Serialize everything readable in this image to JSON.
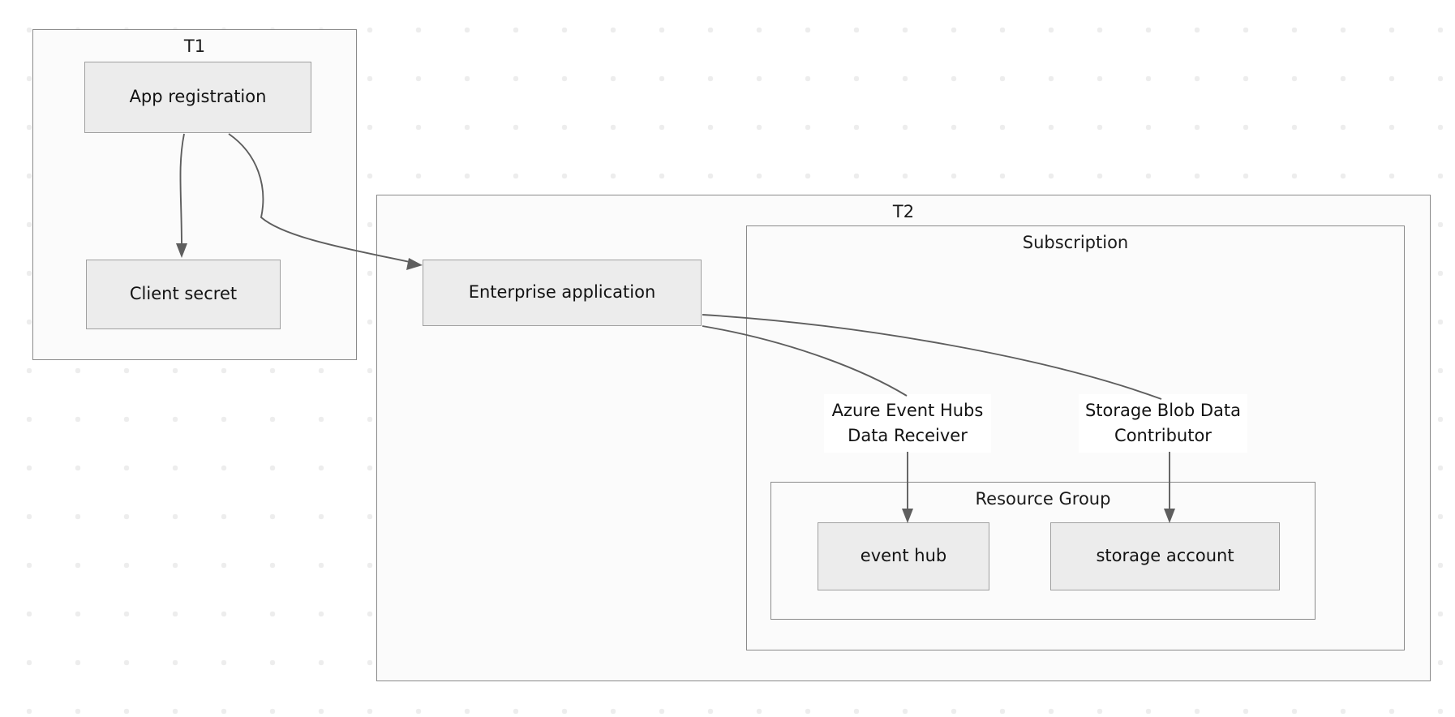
{
  "diagram": {
    "title": "Azure app registration and role assignment diagram",
    "background": "#ffffff",
    "dot_color": "#ededed",
    "group_fill": "#fbfbfb",
    "group_stroke": "#8a8a8a",
    "node_fill": "#ececec",
    "node_stroke": "#a0a0a0",
    "edge_stroke": "#5e5e5e",
    "text_color": "#121212"
  },
  "groups": {
    "tenant1": {
      "label": "T1"
    },
    "tenant2": {
      "label": "T2"
    },
    "subscription": {
      "label": "Subscription"
    },
    "resource_group": {
      "label": "Resource Group"
    }
  },
  "nodes": {
    "app_registration": {
      "label": "App registration"
    },
    "client_secret": {
      "label": "Client secret"
    },
    "enterprise_application": {
      "label": "Enterprise application"
    },
    "event_hub": {
      "label": "event hub"
    },
    "storage_account": {
      "label": "storage account"
    }
  },
  "roles": {
    "event_hubs_receiver": {
      "label": "Azure Event Hubs\nData Receiver"
    },
    "storage_blob_contributor": {
      "label": "Storage Blob Data\nContributor"
    }
  },
  "edges": [
    {
      "from": "app_registration",
      "to": "client_secret",
      "arrow": true
    },
    {
      "from": "app_registration",
      "to": "enterprise_application",
      "arrow": true
    },
    {
      "from": "enterprise_application",
      "to": "event_hubs_receiver",
      "arrow": false
    },
    {
      "from": "enterprise_application",
      "to": "storage_blob_contributor",
      "arrow": false
    },
    {
      "from": "event_hubs_receiver",
      "to": "event_hub",
      "arrow": true
    },
    {
      "from": "storage_blob_contributor",
      "to": "storage_account",
      "arrow": true
    }
  ]
}
